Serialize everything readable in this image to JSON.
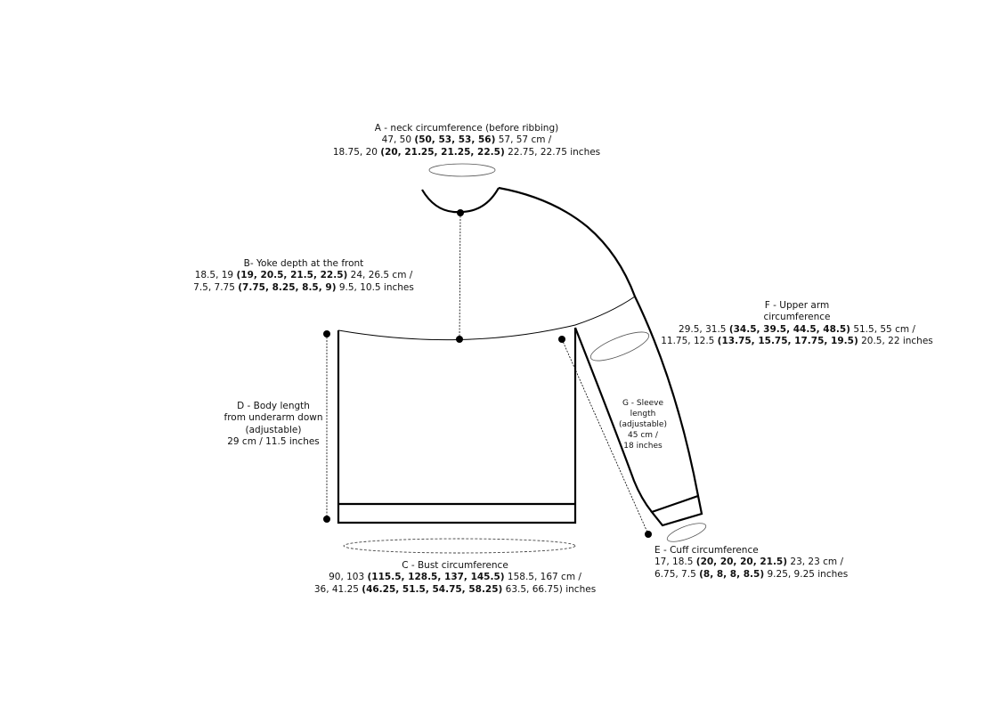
{
  "labels": {
    "A": {
      "title": "A - neck circumference (before ribbing)",
      "cm_pre": "47, 50 ",
      "cm_bold": "(50, 53, 53, 56)",
      "cm_post": " 57, 57 cm /",
      "in_pre": "18.75, 20 ",
      "in_bold": "(20, 21.25, 21.25, 22.5)",
      "in_post": " 22.75, 22.75 inches"
    },
    "B": {
      "title": "B- Yoke depth at the front",
      "cm_pre": "18.5, 19 ",
      "cm_bold": "(19, 20.5, 21.5, 22.5)",
      "cm_post": " 24, 26.5 cm /",
      "in_pre": "7.5, 7.75 ",
      "in_bold": "(7.75, 8.25, 8.5, 9)",
      "in_post": " 9.5, 10.5 inches"
    },
    "C": {
      "title": "C - Bust circumference",
      "cm_pre": "90, 103 ",
      "cm_bold": "(115.5, 128.5, 137, 145.5)",
      "cm_post": " 158.5, 167 cm /",
      "in_pre": "36, 41.25 ",
      "in_bold": "(46.25, 51.5, 54.75, 58.25)",
      "in_post": " 63.5, 66.75) inches"
    },
    "D": {
      "line1": "D - Body length",
      "line2": "from underarm down",
      "line3": "(adjustable)",
      "line4": "29 cm / 11.5 inches"
    },
    "E": {
      "title": "E - Cuff circumference",
      "cm_pre": "17, 18.5 ",
      "cm_bold": "(20, 20, 20, 21.5)",
      "cm_post": " 23, 23 cm /",
      "in_pre": "6.75, 7.5 ",
      "in_bold": "(8, 8, 8, 8.5)",
      "in_post": " 9.25, 9.25 inches"
    },
    "F": {
      "line1": "F - Upper arm",
      "line2": "circumference",
      "cm_pre": "29.5, 31.5 ",
      "cm_bold": "(34.5, 39.5, 44.5, 48.5)",
      "cm_post": " 51.5, 55 cm /",
      "in_pre": "11.75, 12.5 ",
      "in_bold": "(13.75, 15.75, 17.75, 19.5)",
      "in_post": " 20.5, 22 inches"
    },
    "G": {
      "line1": "G - Sleeve",
      "line2": "length",
      "line3": "(adjustable)",
      "line4": "45 cm /",
      "line5": "18 inches"
    }
  },
  "colors": {
    "stroke": "#000000",
    "ellipse": "#555555",
    "background": "#ffffff"
  }
}
